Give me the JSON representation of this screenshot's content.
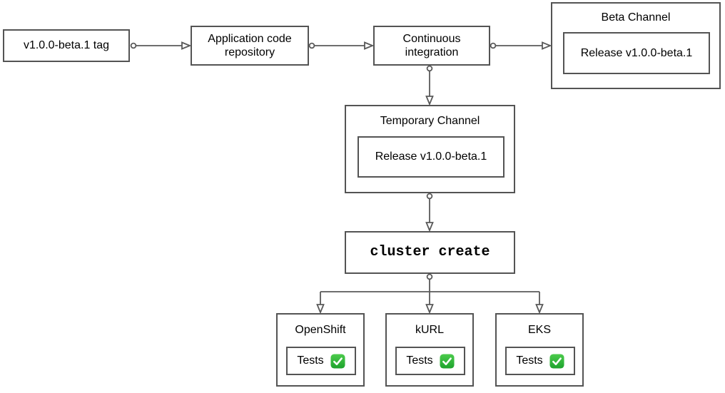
{
  "nodes": {
    "tag": {
      "label": "v1.0.0-beta.1 tag"
    },
    "repository": {
      "label": "Application code repository"
    },
    "ci": {
      "label": "Continuous integration"
    },
    "beta_channel": {
      "title": "Beta Channel",
      "release_label": "Release v1.0.0-beta.1"
    },
    "temporary_channel": {
      "title": "Temporary Channel",
      "release_label": "Release v1.0.0-beta.1"
    },
    "cluster_create": {
      "label": "cluster create"
    },
    "clusters": [
      {
        "title": "OpenShift",
        "tests_label": "Tests",
        "status_icon": "check-mark-button"
      },
      {
        "title": "kURL",
        "tests_label": "Tests",
        "status_icon": "check-mark-button"
      },
      {
        "title": "EKS",
        "tests_label": "Tests",
        "status_icon": "check-mark-button"
      }
    ]
  },
  "colors": {
    "box_border": "#545454",
    "connector": "#595959",
    "check_green": "#2eb82e",
    "check_mark": "#ffffff",
    "background": "#ffffff",
    "text": "#000000"
  }
}
